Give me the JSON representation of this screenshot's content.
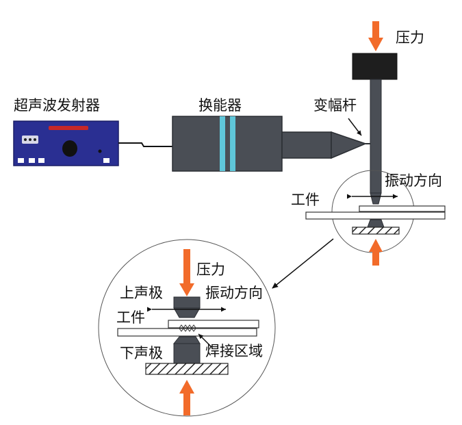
{
  "labels": {
    "ultrasonic_generator": "超声波发射器",
    "transducer": "换能器",
    "horn": "变幅杆",
    "pressure_top": "压力",
    "vibration_direction_top": "振动方向",
    "workpiece_top": "工件",
    "pressure_detail": "压力",
    "upper_electrode": "上声极",
    "vibration_direction_detail": "振动方向",
    "workpiece_detail": "工件",
    "lower_electrode": "下声极",
    "weld_zone": "焊接区域"
  },
  "colors": {
    "arrow_orange": "#f26b2a",
    "device_dark": "#4a4e55",
    "device_black": "#1e1e1e",
    "transducer_accent": "#5fc6d9",
    "generator_blue": "#2a2f92",
    "generator_red": "#c62828"
  }
}
